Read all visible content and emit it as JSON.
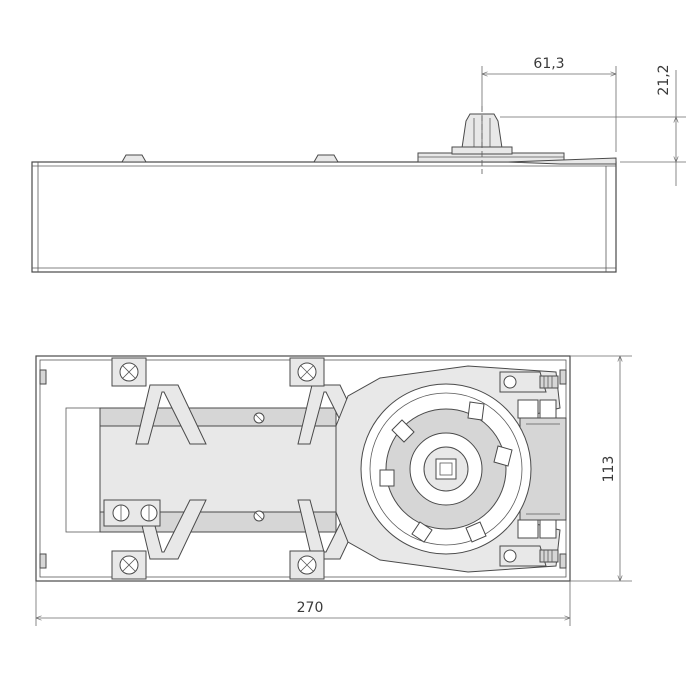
{
  "dimensions": {
    "top_width": "61,3",
    "top_height": "21,2",
    "side_height": "113",
    "overall_length": "270"
  }
}
